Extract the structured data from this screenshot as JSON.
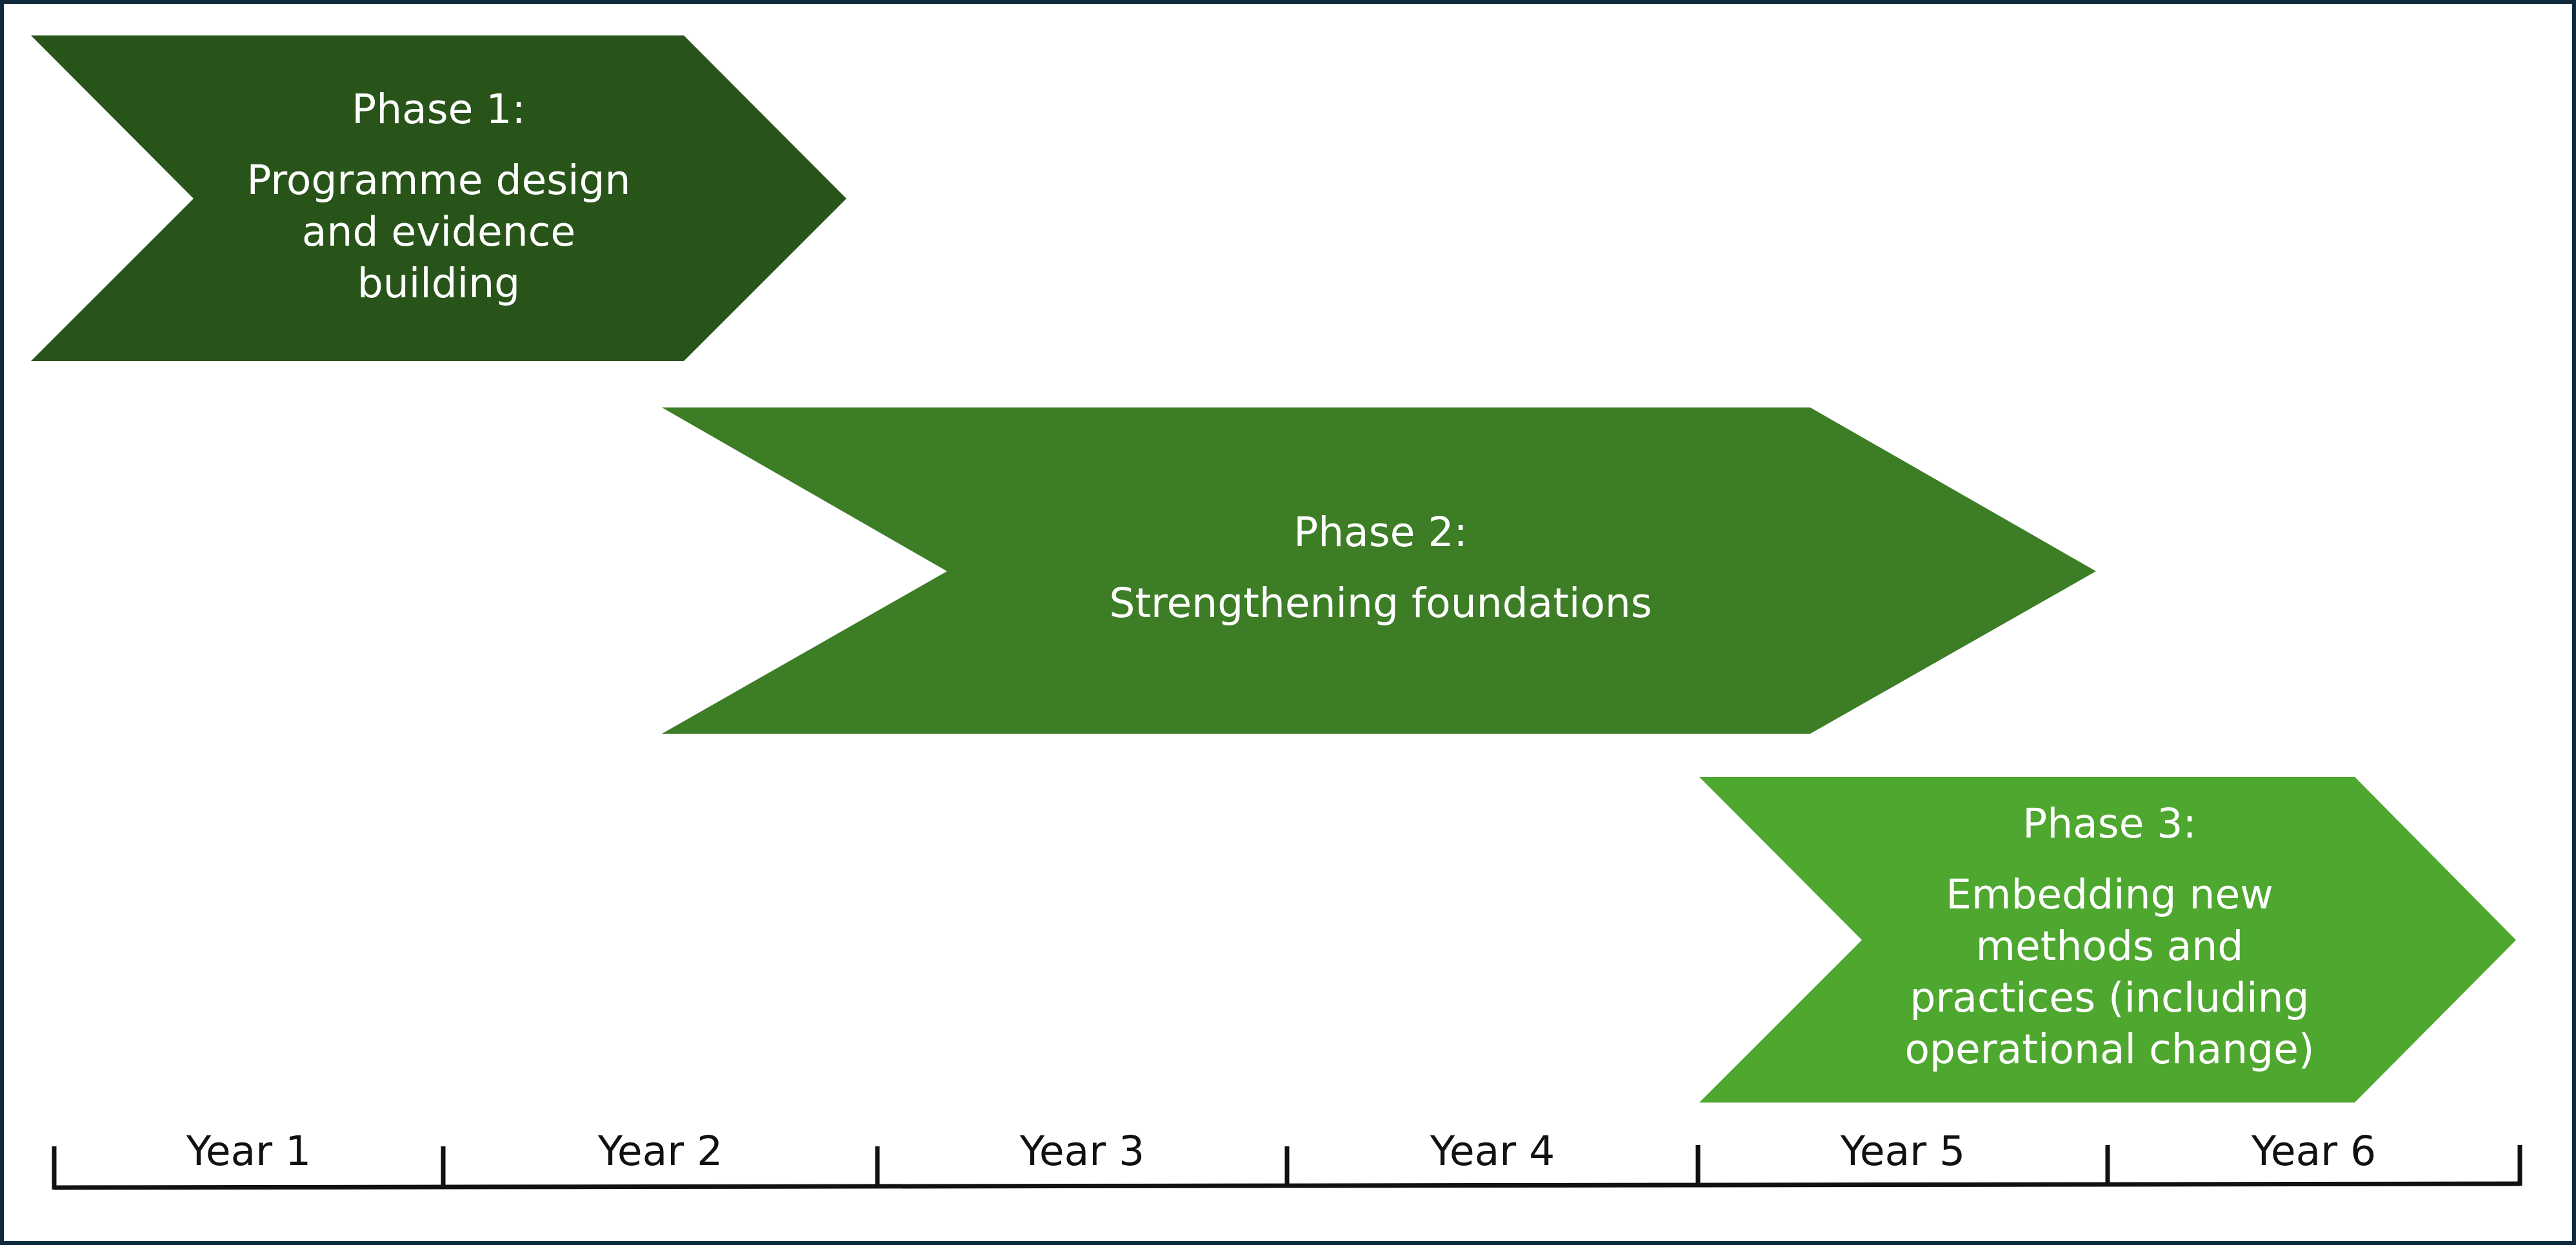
{
  "colors": {
    "phase1": "#285419",
    "phase2": "#3c7d26",
    "phase3": "#4ea72f",
    "border": "#102a3d",
    "axis": "#111111"
  },
  "phases": [
    {
      "title": "Phase 1:",
      "description": "Programme design and evidence building"
    },
    {
      "title": "Phase 2:",
      "description": "Strengthening foundations"
    },
    {
      "title": "Phase 3:",
      "description": "Embedding new methods and practices (including operational change)"
    }
  ],
  "timeline": {
    "years": [
      "Year 1",
      "Year 2",
      "Year 3",
      "Year 4",
      "Year 5",
      "Year 6"
    ]
  }
}
